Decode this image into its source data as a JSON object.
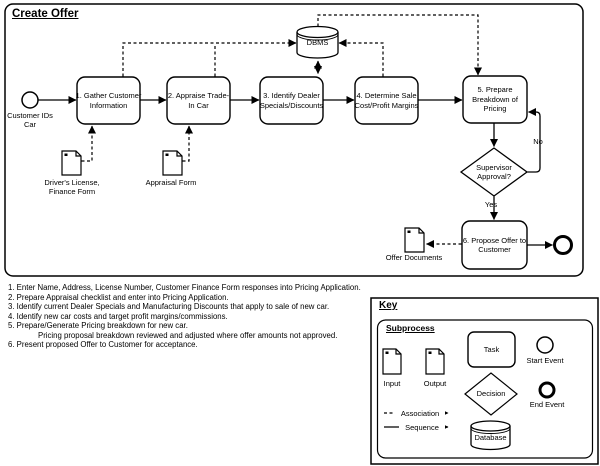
{
  "title": "Create Offer",
  "diagram": {
    "start_event_label": "Customer IDs Car",
    "tasks": [
      "1. Gather Customer Information",
      "2. Appraise Trade-In Car",
      "3. Identify Dealer Specials/Discounts",
      "4. Determine Sale Cost/Profit Margins",
      "5. Prepare Breakdown of Pricing",
      "6. Propose Offer to Customer"
    ],
    "database_label": "DBMS",
    "decision_label": "Supervisor Approval?",
    "decision_yes": "Yes",
    "decision_no": "No",
    "documents": [
      "Driver's License, Finance Form",
      "Appraisal Form",
      "Offer Documents"
    ]
  },
  "steps": [
    "1. Enter Name, Address, License Number, Customer Finance Form responses into Pricing Application.",
    "2. Prepare Appraisal checklist and enter into Pricing Application.",
    "3. Identify current Dealer Specials and Manufacturing Discounts that apply to sale of new car.",
    "4. Identify new car costs and target profit margins/commissions.",
    "5. Prepare/Generate Pricing breakdown for new car.",
    "Pricing proposal breakdown reviewed and adjusted where offer amounts not approved.",
    "6. Present proposed Offer to Customer for acceptance."
  ],
  "key": {
    "title": "Key",
    "subprocess_label": "Subprocess",
    "input_label": "Input",
    "output_label": "Output",
    "task_label": "Task",
    "decision_label": "Decision",
    "database_label": "Database",
    "start_event_label": "Start Event",
    "end_event_label": "End Event",
    "association_label": "Association",
    "sequence_label": "Sequence"
  },
  "colors": {
    "stroke": "#000000",
    "background": "#ffffff"
  }
}
